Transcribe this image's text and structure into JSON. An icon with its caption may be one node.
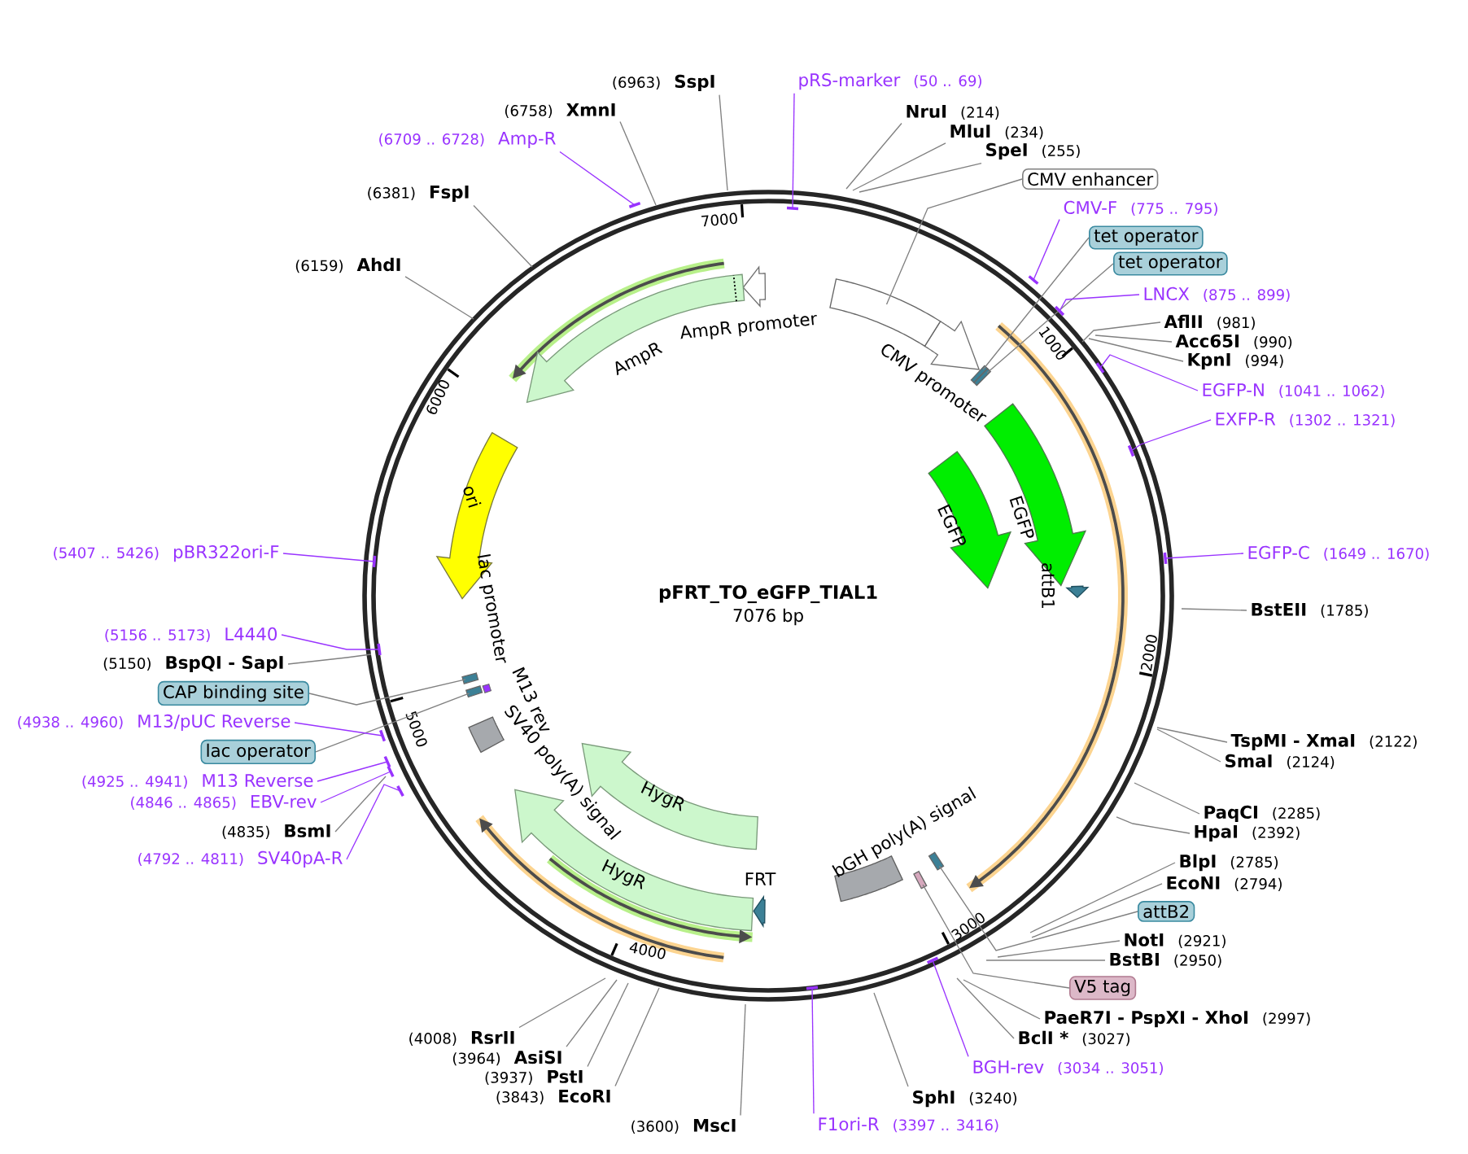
{
  "diagram": {
    "title": "pFRT_TO_eGFP_TIAL1",
    "nodes": [
      {
        "text": [
          "(6963)",
          "SspI"
        ]
      },
      {
        "text": [
          "(6758)",
          "XmnI"
        ]
      },
      {
        "text": [
          "(6709 .. 6728)",
          "Amp-R"
        ]
      },
      {
        "text": [
          "(6381)",
          "FspI"
        ]
      },
      {
        "text": [
          "(6159)",
          "AhdI"
        ]
      },
      {
        "text": [
          "pRS-marker",
          "(50 .. 69)"
        ]
      },
      {
        "text": [
          "NruI",
          "(214)"
        ]
      },
      {
        "text": [
          "MluI",
          "(234)"
        ]
      },
      {
        "text": [
          "SpeI",
          "(255)"
        ]
      },
      {
        "text": [
          "CMV enhancer"
        ]
      },
      {
        "text": [
          "CMV-F",
          "(775 .. 795)"
        ]
      },
      {
        "text": [
          "tet operator"
        ]
      },
      {
        "text": [
          "tet operator"
        ]
      },
      {
        "text": [
          "LNCX",
          "(875 .. 899)"
        ]
      },
      {
        "text": [
          "AflII",
          "(981)"
        ]
      },
      {
        "text": [
          "Acc65I",
          "(990)"
        ]
      },
      {
        "text": [
          "KpnI",
          "(994)"
        ]
      },
      {
        "text": [
          "EGFP-N",
          "(1041 .. 1062)"
        ]
      },
      {
        "text": [
          "EXFP-R",
          "(1302 .. 1321)"
        ]
      },
      {
        "text": [
          "EGFP-C",
          "(1649 .. 1670)"
        ]
      },
      {
        "text": [
          "BstEII",
          "(1785)"
        ]
      },
      {
        "text": [
          "TspMI - XmaI",
          "(2122)"
        ]
      },
      {
        "text": [
          "SmaI",
          "(2124)"
        ]
      },
      {
        "text": [
          "PaqCI",
          "(2285)"
        ]
      },
      {
        "text": [
          "HpaI",
          "(2392)"
        ]
      },
      {
        "text": [
          "BlpI",
          "(2785)"
        ]
      },
      {
        "text": [
          "EcoNI",
          "(2794)"
        ]
      },
      {
        "text": [
          "attB2"
        ]
      },
      {
        "text": [
          "NotI",
          "(2921)"
        ]
      },
      {
        "text": [
          "BstBI",
          "(2950)"
        ]
      },
      {
        "text": [
          "V5 tag"
        ]
      },
      {
        "text": [
          "PaeR7I - PspXI - XhoI",
          "(2997)"
        ]
      },
      {
        "text": [
          "BclI *",
          "(3027)"
        ]
      },
      {
        "text": [
          "BGH-rev",
          "(3034 .. 3051)"
        ]
      },
      {
        "text": [
          "SphI",
          "(3240)"
        ]
      },
      {
        "text": [
          "F1ori-R",
          "(3397 .. 3416)"
        ]
      },
      {
        "text": [
          "(3600)",
          "MscI"
        ]
      },
      {
        "text": [
          "(3843)",
          "EcoRI"
        ]
      },
      {
        "text": [
          "(3937)",
          "PstI"
        ]
      },
      {
        "text": [
          "(3964)",
          "AsiSI"
        ]
      },
      {
        "text": [
          "(4008)",
          "RsrII"
        ]
      },
      {
        "text": [
          "(4792 .. 4811)",
          "SV40pA-R"
        ]
      },
      {
        "text": [
          "(4835)",
          "BsmI"
        ]
      },
      {
        "text": [
          "(4846 .. 4865)",
          "EBV-rev"
        ]
      },
      {
        "text": [
          "(4925 .. 4941)",
          "M13 Reverse"
        ]
      },
      {
        "text": [
          "lac operator"
        ]
      },
      {
        "text": [
          "(4938 .. 4960)",
          "M13/pUC Reverse"
        ]
      },
      {
        "text": [
          "CAP binding site"
        ]
      },
      {
        "text": [
          "(5150)",
          "BspQI - SapI"
        ]
      },
      {
        "text": [
          "(5156 .. 5173)",
          "L4440"
        ]
      },
      {
        "text": [
          "(5407 .. 5426)",
          "pBR322ori-F"
        ]
      },
      {
        "text": [
          "AmpR promoter"
        ]
      },
      {
        "text": [
          "AmpR"
        ]
      },
      {
        "text": [
          "CMV promoter"
        ]
      },
      {
        "text": [
          "EGFP"
        ]
      },
      {
        "text": [
          "EGFP"
        ]
      },
      {
        "text": [
          "attB1"
        ]
      },
      {
        "text": [
          "ori"
        ]
      },
      {
        "text": [
          "SV40 poly(A) signal"
        ]
      },
      {
        "text": [
          "HygR"
        ]
      },
      {
        "text": [
          "HygR"
        ]
      },
      {
        "text": [
          "FRT"
        ]
      },
      {
        "text": [
          "bGH poly(A) signal"
        ]
      },
      {
        "text": [],
        "shape": "box"
      },
      {
        "text": [],
        "shape": "box"
      },
      {
        "text": [],
        "shape": "box"
      },
      {
        "text": [],
        "shape": "box"
      },
      {
        "text": [],
        "shape": "box"
      },
      {
        "text": [],
        "shape": "box"
      },
      {
        "text": [],
        "shape": "box"
      }
    ],
    "edges": [
      {
        "from": 0,
        "to": null,
        "arrow": "none"
      },
      {
        "from": 1,
        "to": null,
        "arrow": "none"
      },
      {
        "from": 2,
        "to": null,
        "arrow": "none",
        "color": "#9933ff"
      },
      {
        "from": 3,
        "to": null,
        "arrow": "none"
      },
      {
        "from": 4,
        "to": null,
        "arrow": "none"
      },
      {
        "from": 5,
        "to": null,
        "arrow": "none",
        "color": "#9933ff"
      },
      {
        "from": 6,
        "to": null,
        "arrow": "none"
      },
      {
        "from": 7,
        "to": null,
        "arrow": "none"
      },
      {
        "from": 8,
        "to": null,
        "arrow": "none"
      },
      {
        "from": 9,
        "to": 69,
        "arrow": "none"
      },
      {
        "from": 10,
        "to": null,
        "arrow": "none",
        "color": "#9933ff"
      },
      {
        "from": 11,
        "to": 63,
        "arrow": "none"
      },
      {
        "from": 12,
        "to": 64,
        "arrow": "none"
      },
      {
        "from": 13,
        "to": null,
        "arrow": "none",
        "color": "#9933ff"
      },
      {
        "from": 14,
        "to": null,
        "arrow": "none"
      },
      {
        "from": 15,
        "to": null,
        "arrow": "none"
      },
      {
        "from": 16,
        "to": null,
        "arrow": "none"
      },
      {
        "from": 17,
        "to": null,
        "arrow": "none",
        "color": "#9933ff"
      },
      {
        "from": 18,
        "to": null,
        "arrow": "none",
        "color": "#9933ff"
      },
      {
        "from": 19,
        "to": null,
        "arrow": "none",
        "color": "#9933ff"
      },
      {
        "from": 20,
        "to": null,
        "arrow": "none"
      },
      {
        "from": 21,
        "to": null,
        "arrow": "none"
      },
      {
        "from": 22,
        "to": null,
        "arrow": "none"
      },
      {
        "from": 23,
        "to": null,
        "arrow": "none"
      },
      {
        "from": 24,
        "to": null,
        "arrow": "none"
      },
      {
        "from": 25,
        "to": null,
        "arrow": "none"
      },
      {
        "from": 26,
        "to": null,
        "arrow": "none"
      },
      {
        "from": 27,
        "to": 65,
        "arrow": "none"
      },
      {
        "from": 28,
        "to": null,
        "arrow": "none"
      },
      {
        "from": 29,
        "to": null,
        "arrow": "none"
      },
      {
        "from": 30,
        "to": 66,
        "arrow": "none"
      },
      {
        "from": 31,
        "to": null,
        "arrow": "none"
      },
      {
        "from": 32,
        "to": null,
        "arrow": "none"
      },
      {
        "from": 33,
        "to": null,
        "arrow": "none",
        "color": "#9933ff"
      },
      {
        "from": 34,
        "to": null,
        "arrow": "none"
      },
      {
        "from": 35,
        "to": null,
        "arrow": "none",
        "color": "#9933ff"
      },
      {
        "from": 36,
        "to": null,
        "arrow": "none"
      },
      {
        "from": 37,
        "to": null,
        "arrow": "none"
      },
      {
        "from": 38,
        "to": null,
        "arrow": "none"
      },
      {
        "from": 39,
        "to": null,
        "arrow": "none"
      },
      {
        "from": 40,
        "to": null,
        "arrow": "none"
      },
      {
        "from": 41,
        "to": null,
        "arrow": "none",
        "color": "#9933ff"
      },
      {
        "from": 42,
        "to": null,
        "arrow": "none"
      },
      {
        "from": 43,
        "to": null,
        "arrow": "none",
        "color": "#9933ff"
      },
      {
        "from": 44,
        "to": null,
        "arrow": "none",
        "color": "#9933ff"
      },
      {
        "from": 45,
        "to": 68,
        "arrow": "none"
      },
      {
        "from": 46,
        "to": null,
        "arrow": "none",
        "color": "#9933ff"
      },
      {
        "from": 47,
        "to": 67,
        "arrow": "none"
      },
      {
        "from": 48,
        "to": null,
        "arrow": "none"
      },
      {
        "from": 49,
        "to": null,
        "arrow": "none",
        "color": "#9933ff"
      },
      {
        "from": 50,
        "to": null,
        "arrow": "none",
        "color": "#9933ff"
      }
    ],
    "labels": [
      "7076 bp",
      "7000",
      "1000",
      "2000",
      "3000",
      "4000",
      "5000",
      "6000",
      "lac promoter",
      "M13 rev"
    ]
  }
}
